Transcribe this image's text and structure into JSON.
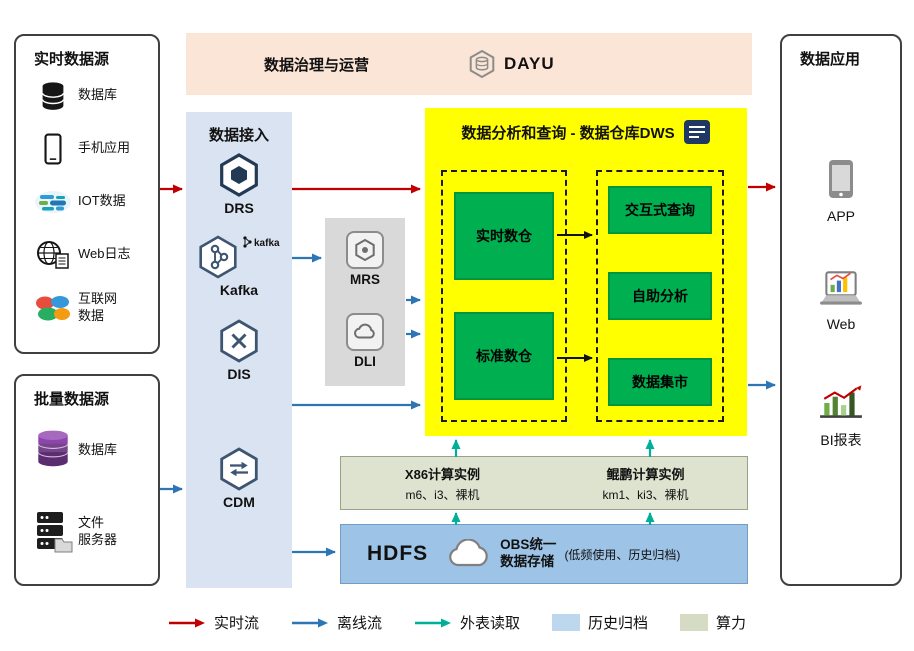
{
  "governance": {
    "title": "数据治理与运营",
    "logo_text": "DAYU"
  },
  "realtime_sources": {
    "title": "实时数据源",
    "items": [
      {
        "label": "数据库",
        "icon": "database-icon"
      },
      {
        "label": "手机应用",
        "icon": "mobile-app-icon"
      },
      {
        "label": "IOT数据",
        "icon": "iot-icon"
      },
      {
        "label": "Web日志",
        "icon": "web-log-icon"
      },
      {
        "label": "互联网\n数据",
        "icon": "internet-data-icon"
      }
    ]
  },
  "batch_sources": {
    "title": "批量数据源",
    "items": [
      {
        "label": "数据库",
        "icon": "database-purple-icon"
      },
      {
        "label": "文件\n服务器",
        "icon": "file-server-icon"
      }
    ]
  },
  "ingestion": {
    "title": "数据接入",
    "items": [
      {
        "label": "DRS",
        "icon": "drs-icon"
      },
      {
        "label": "Kafka",
        "icon": "kafka-icon",
        "badge": "kafka"
      },
      {
        "label": "DIS",
        "icon": "dis-icon"
      },
      {
        "label": "CDM",
        "icon": "cdm-icon"
      }
    ]
  },
  "compute_services": {
    "items": [
      {
        "label": "MRS",
        "icon": "mrs-icon"
      },
      {
        "label": "DLI",
        "icon": "dli-icon"
      }
    ]
  },
  "dws": {
    "title": "数据分析和查询 - 数据仓库DWS",
    "left_boxes": [
      "实时数仓",
      "标准数仓"
    ],
    "right_boxes": [
      "交互式查询",
      "自助分析",
      "数据集市"
    ]
  },
  "compute_bar": {
    "x86": {
      "title": "X86计算实例",
      "subtitle": "m6、i3、裸机"
    },
    "kunpeng": {
      "title": "鲲鹏计算实例",
      "subtitle": "km1、ki3、裸机"
    }
  },
  "storage_bar": {
    "hdfs": "HDFS",
    "obs_line1": "OBS统一",
    "obs_line2": "数据存储",
    "note": "(低频使用、历史归档)"
  },
  "apps": {
    "title": "数据应用",
    "items": [
      {
        "label": "APP",
        "icon": "app-icon"
      },
      {
        "label": "Web",
        "icon": "web-icon"
      },
      {
        "label": "BI报表",
        "icon": "bi-report-icon"
      }
    ]
  },
  "legend": {
    "realtime": "实时流",
    "offline": "离线流",
    "external": "外表读取",
    "archive": "历史归档",
    "compute": "算力"
  },
  "colors": {
    "realtime_flow": "#c00000",
    "offline_flow": "#2e75b6",
    "external_read": "#00af9a",
    "archive_swatch": "#bdd7ee",
    "compute_swatch": "#d6dcc3",
    "dws_bg": "#ffff00",
    "green_box": "#00b050",
    "ingestion_bg": "#dae3f1",
    "governance_bg": "#fbe5d6",
    "storage_bg": "#9dc3e6",
    "compute_bg": "#dde3cf"
  }
}
